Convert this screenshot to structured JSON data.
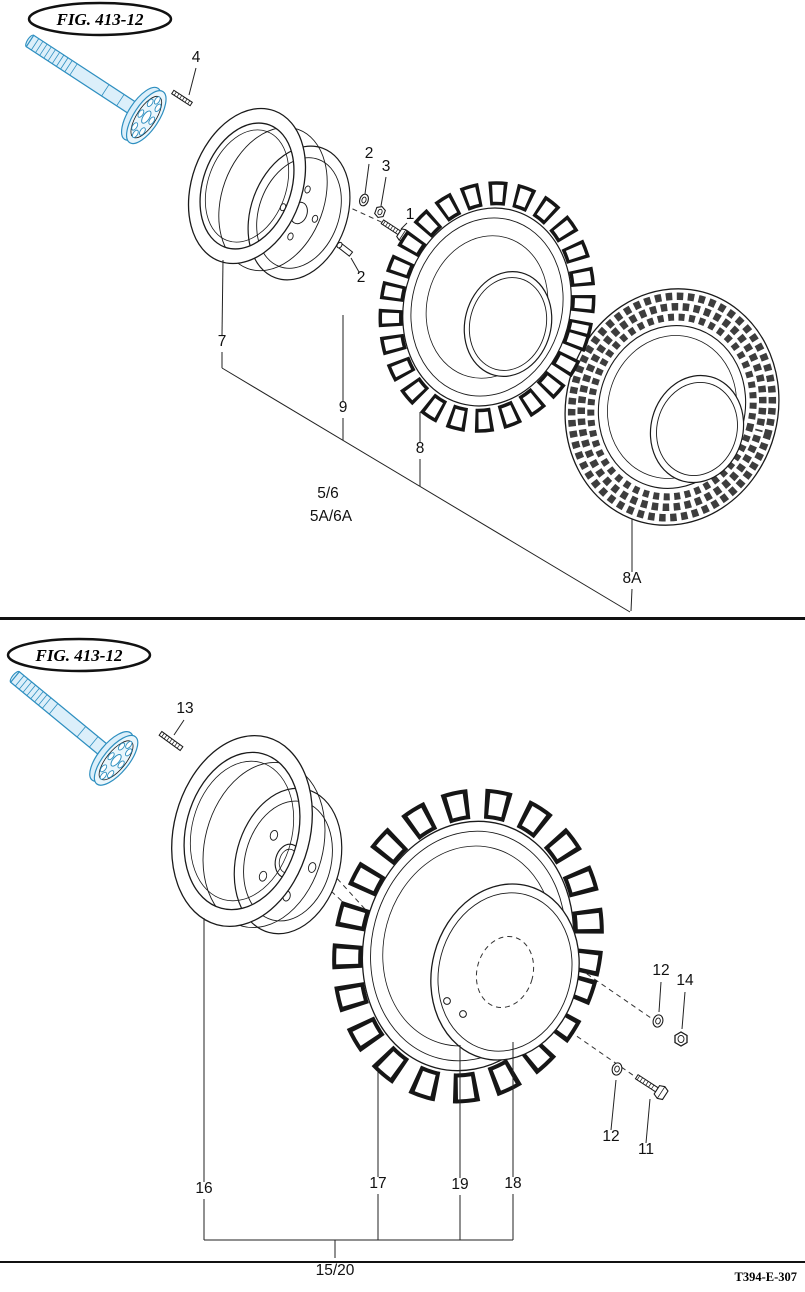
{
  "colors": {
    "axle_stroke": "#2E8FC0",
    "axle_fill": "#DCEFFA",
    "line": "#1A1A1A"
  },
  "footer": {
    "drawing_code": "T394-E-307"
  },
  "panel_top": {
    "fig_label": "FIG. 413-12",
    "callouts": {
      "stud": "4",
      "washer_upper": "2",
      "nut": "3",
      "bolt": "1",
      "valve_washer": "2",
      "rim": "7",
      "tube": "9",
      "tire_lug": "8",
      "tire_pair": "5/6",
      "tire_pair_alt": "5A/6A",
      "tire_turf": "8A"
    }
  },
  "panel_bottom": {
    "fig_label": "FIG. 413-12",
    "callouts": {
      "stud": "13",
      "washer_a": "12",
      "nut": "14",
      "washer_b": "12",
      "bolt": "11",
      "rim": "16",
      "tire": "17",
      "tube": "19",
      "flap": "18",
      "wheel_assembly": "15/20"
    }
  }
}
